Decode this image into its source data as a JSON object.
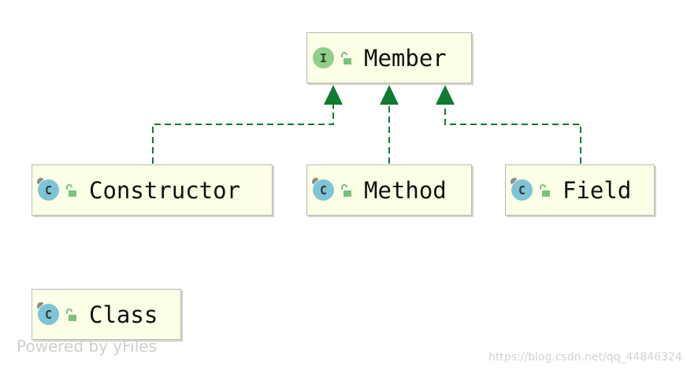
{
  "nodes": {
    "member": {
      "label": "Member",
      "kind_letter": "I",
      "kind": "interface",
      "icon": "interface-icon"
    },
    "constructor": {
      "label": "Constructor",
      "kind_letter": "C",
      "kind": "class",
      "icon": "class-icon"
    },
    "method": {
      "label": "Method",
      "kind_letter": "C",
      "kind": "class",
      "icon": "class-icon"
    },
    "field": {
      "label": "Field",
      "kind_letter": "C",
      "kind": "class",
      "icon": "class-icon"
    },
    "class": {
      "label": "Class",
      "kind_letter": "C",
      "kind": "class",
      "icon": "class-icon"
    }
  },
  "edges": [
    {
      "from": "Constructor",
      "to": "Member",
      "type": "implements"
    },
    {
      "from": "Method",
      "to": "Member",
      "type": "implements"
    },
    {
      "from": "Field",
      "to": "Member",
      "type": "implements"
    }
  ],
  "watermark": {
    "powered_by": "Powered by yFiles",
    "source": "https://blog.csdn.net/qq_44846324"
  },
  "colors": {
    "node_fill": "#fdffe6",
    "node_border": "#b9b9b9",
    "edge": "#117a2f",
    "interface_icon": "#8fcf8a",
    "class_icon": "#7ec4d6",
    "lock_icon": "#79c27a"
  }
}
